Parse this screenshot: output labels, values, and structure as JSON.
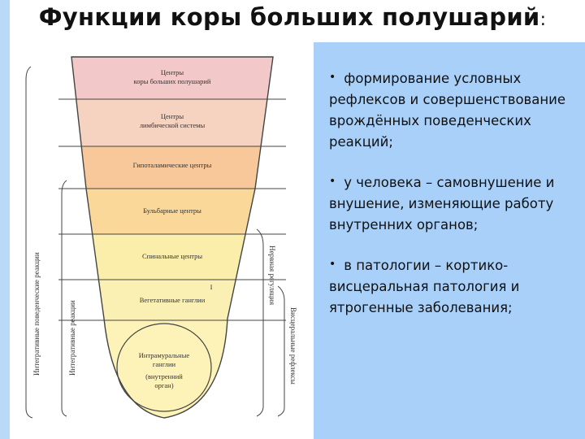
{
  "title": "Функции коры больших полушарий",
  "title_colon": ":",
  "diagram": {
    "levels": [
      "Центры",
      "коры больших полушарий",
      "Центры",
      "лимбической системы",
      "Гипоталамические центры",
      "Бульбарные центры",
      "Спинальные центры",
      "Вегетативные ганглии",
      "Интрамуральные",
      "ганглии",
      "(внутренний",
      "орган)"
    ],
    "left_labels": [
      "Интегративные поведенческие реакции",
      "Интегративные реакции"
    ],
    "right_labels": [
      "Нервная регуляция",
      "Висцеральные рефлексы"
    ],
    "small_mark": "I",
    "colors": {
      "band1": "#f3c8c8",
      "band2": "#f6d2c0",
      "band3": "#f8c89a",
      "band4": "#f9d89a",
      "band5": "#faeeaa",
      "band6": "#fbf0b4",
      "band7": "#fdf3b8"
    }
  },
  "bullets": [
    {
      "marker": "•",
      "text": "формирование условных рефлексов и совершенствование врождённых поведенческих реакций;"
    },
    {
      "marker": "•",
      "text": "у человека – самовнушение и внушение, изменяющие работу внутренних органов;"
    },
    {
      "marker": "•",
      "text": "в патологии – кортико-висцеральная патология и ятрогенные заболевания;"
    }
  ]
}
